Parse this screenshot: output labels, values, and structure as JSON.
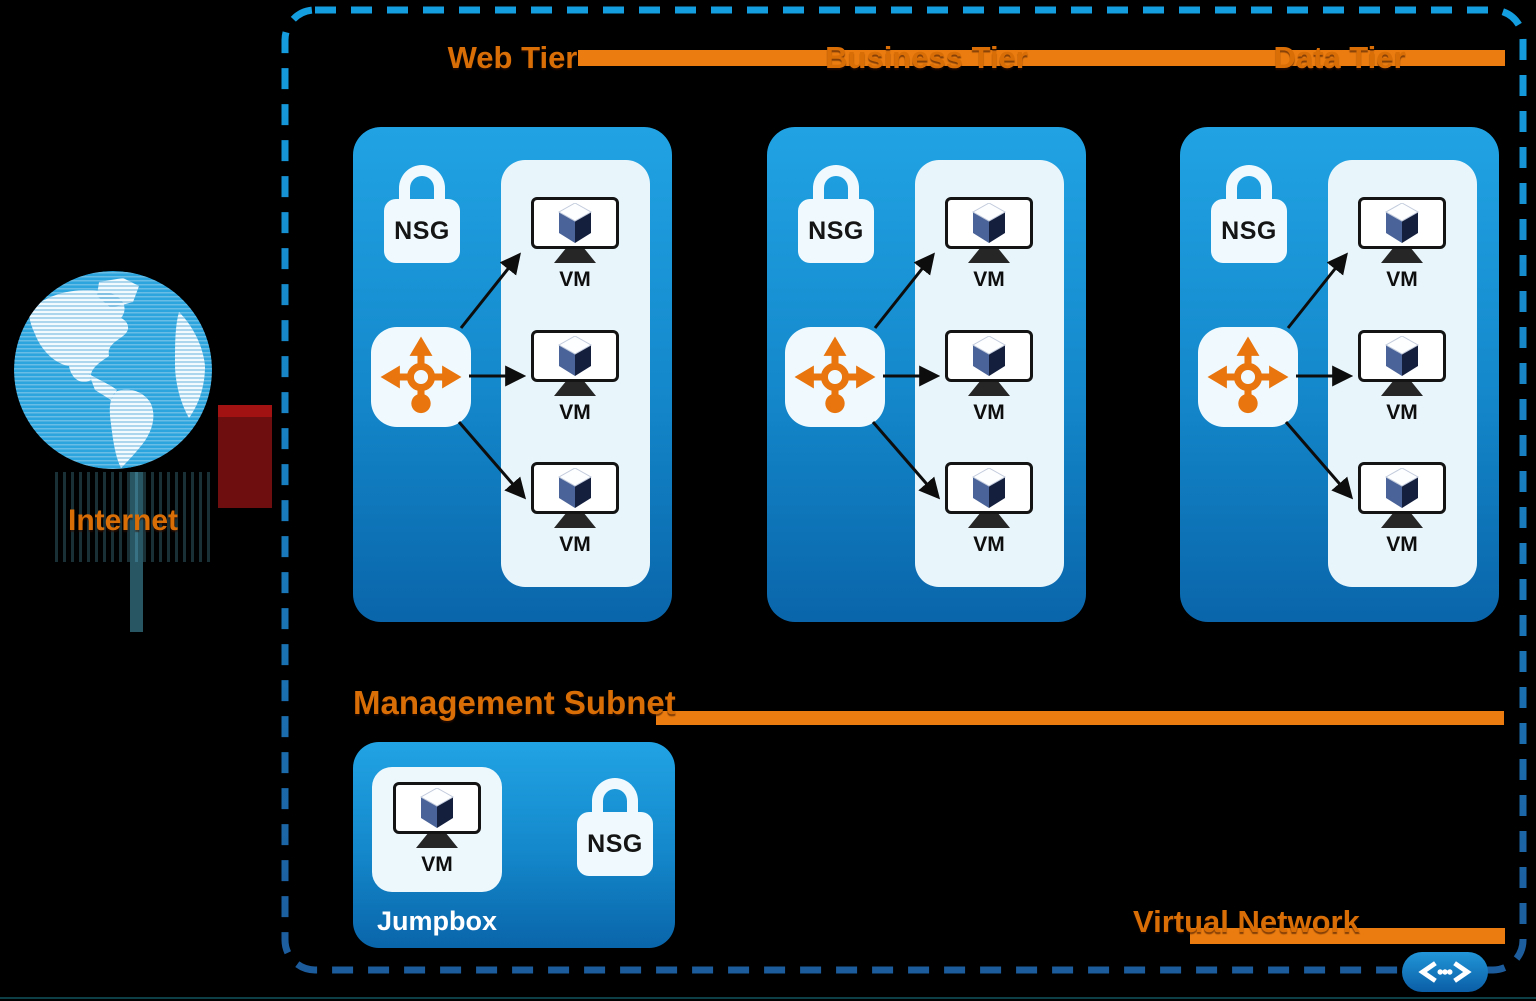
{
  "internet": {
    "label": "Internet"
  },
  "virtual_network": {
    "label": "Virtual Network"
  },
  "tiers": [
    {
      "title": "Web Tier",
      "nsg": "NSG",
      "vms": [
        "VM",
        "VM",
        "VM"
      ]
    },
    {
      "title": "Business Tier",
      "nsg": "NSG",
      "vms": [
        "VM",
        "VM",
        "VM"
      ]
    },
    {
      "title": "Data Tier",
      "nsg": "NSG",
      "vms": [
        "VM",
        "VM",
        "VM"
      ]
    }
  ],
  "management": {
    "title": "Management Subnet",
    "nsg": "NSG",
    "jumpbox": {
      "label": "Jumpbox",
      "vm": "VM"
    }
  },
  "icons": {
    "internet": "globe-icon",
    "nsg": "padlock-icon",
    "load_balancer": "cross-arrows-icon",
    "vm": "monitor-cube-icon",
    "virtual_network": "angle-brackets-dots-icon"
  },
  "colors": {
    "background": "#000000",
    "accent_orange_bar": "#EA7C10",
    "title_orange": "#D96E07",
    "subnet_blue_top": "#21A3E3",
    "subnet_blue_bottom": "#0A65AA",
    "panel_light": "#E8F5FB",
    "dashed_border_top": "#149EE0",
    "dashed_border_bottom": "#1D5C9C",
    "cube_left_face": "#4A6398",
    "cube_right_face": "#141F3E",
    "arrow_black": "#0D0D0D"
  }
}
